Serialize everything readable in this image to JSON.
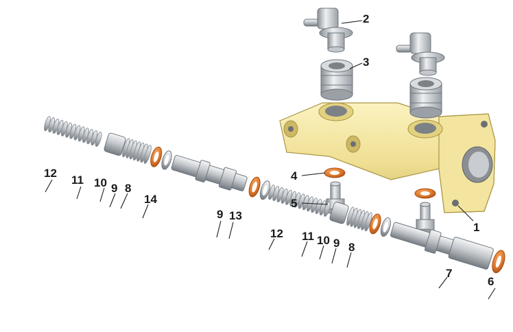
{
  "callouts": {
    "c1": "1",
    "c2": "2",
    "c3": "3",
    "c4": "4",
    "c5": "5",
    "c6": "6",
    "c7": "7",
    "c8a": "8",
    "c8b": "8",
    "c9a": "9",
    "c9b": "9",
    "c9c": "9",
    "c10a": "10",
    "c10b": "10",
    "c11a": "11",
    "c11b": "11",
    "c12a": "12",
    "c12b": "12",
    "c13": "13",
    "c14": "14"
  },
  "colors": {
    "housing": "#f1e39c",
    "housing_shadow": "#d6c270",
    "metal_light": "#eef0f2",
    "metal_mid": "#b9bec4",
    "metal_dark": "#6f767d",
    "seal": "#e07a2c",
    "seal_dark": "#a9521a",
    "spring": "#8d9399"
  }
}
